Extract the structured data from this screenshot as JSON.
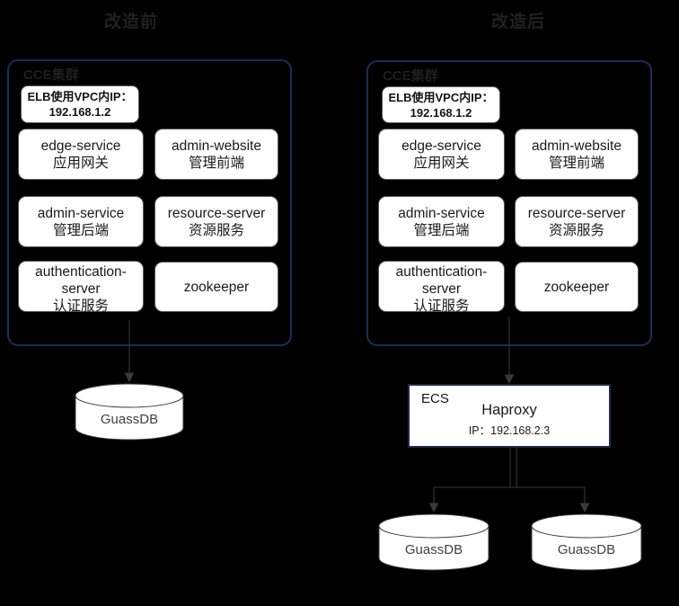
{
  "titles": {
    "before": "改造前",
    "after": "改造后"
  },
  "colors": {
    "background": "#000000",
    "cluster_border": "#212c52",
    "node_fill": "#ffffff",
    "node_text": "#1a1a1a",
    "connector": "#3a3a3a"
  },
  "before": {
    "cluster_label": "CCE集群",
    "elb": {
      "line1": "ELB使用VPC内IP：",
      "line2": "192.168.1.2"
    },
    "services": [
      {
        "name": "edge-service",
        "desc": "应用网关"
      },
      {
        "name": "admin-website",
        "desc": "管理前端"
      },
      {
        "name": "admin-service",
        "desc": "管理后端"
      },
      {
        "name": "resource-server",
        "desc": "资源服务"
      },
      {
        "name": "authentication-server",
        "desc": "认证服务"
      },
      {
        "name": "zookeeper",
        "desc": ""
      }
    ],
    "db": {
      "label": "GuassDB"
    }
  },
  "after": {
    "cluster_label": "CCE集群",
    "elb": {
      "line1": "ELB使用VPC内IP：",
      "line2": "192.168.1.2"
    },
    "services": [
      {
        "name": "edge-service",
        "desc": "应用网关"
      },
      {
        "name": "admin-website",
        "desc": "管理前端"
      },
      {
        "name": "admin-service",
        "desc": "管理后端"
      },
      {
        "name": "resource-server",
        "desc": "资源服务"
      },
      {
        "name": "authentication-server",
        "desc": "认证服务"
      },
      {
        "name": "zookeeper",
        "desc": ""
      }
    ],
    "ecs": {
      "label": "ECS",
      "app": "Haproxy",
      "ip": "IP：192.168.2.3"
    },
    "dbs": [
      {
        "label": "GuassDB"
      },
      {
        "label": "GuassDB"
      }
    ]
  }
}
